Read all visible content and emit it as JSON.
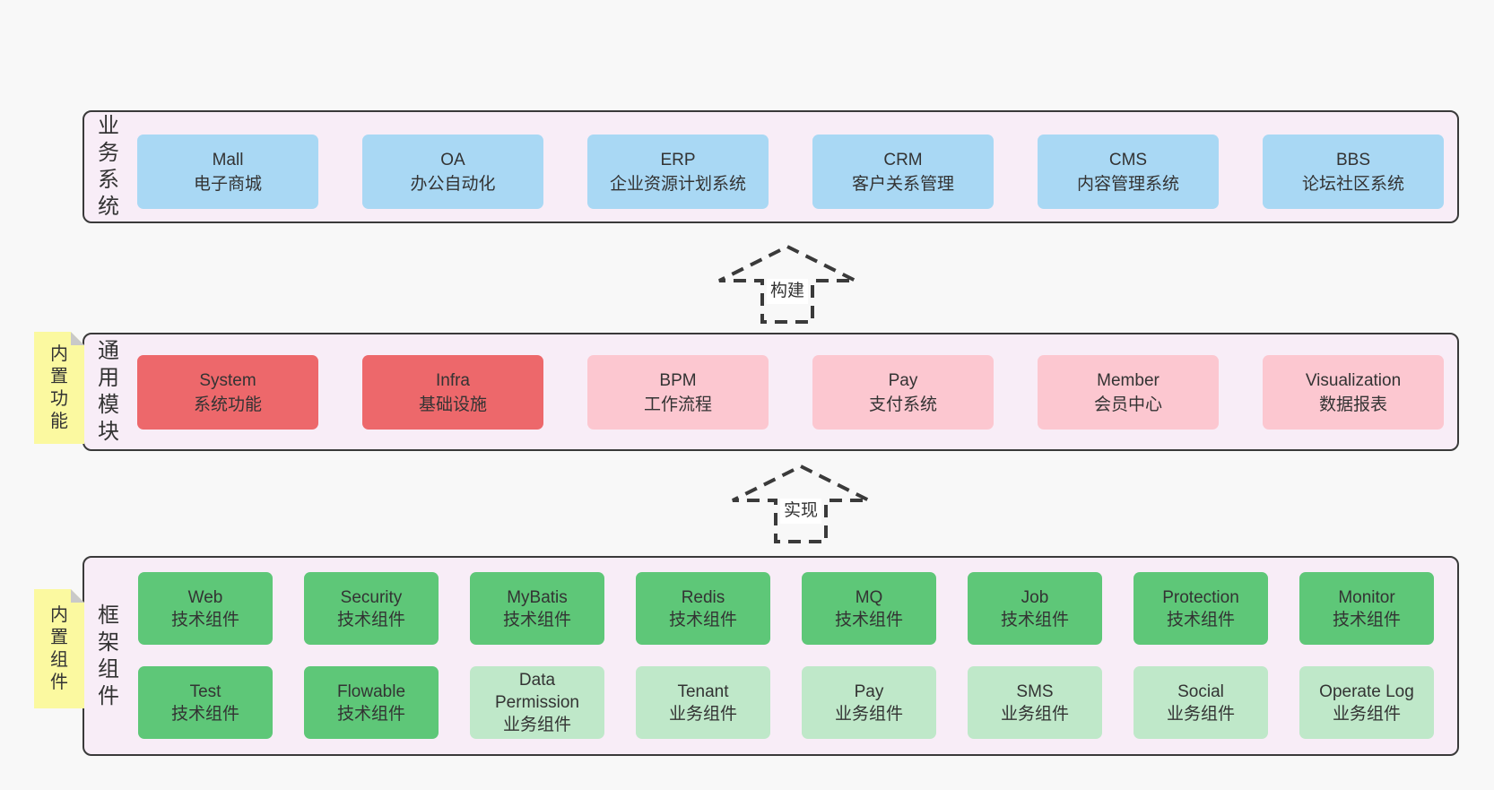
{
  "colors": {
    "page_bg": "#f8f8f8",
    "band_bg": "#f8edf7",
    "band_border": "#3a3a3a",
    "box_blue": "#a9d8f4",
    "box_red": "#ed686b",
    "box_pink": "#fcc7d0",
    "box_green": "#5ec778",
    "box_light_green": "#bfe8c9",
    "sticky_yellow": "#fbf9a0",
    "sticky_fold": "#c9c9c9",
    "text": "#333333"
  },
  "bands": [
    {
      "label": "业务系统",
      "boxes": [
        {
          "name": "Mall",
          "desc": "电子商城",
          "variant": "blue"
        },
        {
          "name": "OA",
          "desc": "办公自动化",
          "variant": "blue"
        },
        {
          "name": "ERP",
          "desc": "企业资源计划系统",
          "variant": "blue"
        },
        {
          "name": "CRM",
          "desc": "客户关系管理",
          "variant": "blue"
        },
        {
          "name": "CMS",
          "desc": "内容管理系统",
          "variant": "blue"
        },
        {
          "name": "BBS",
          "desc": "论坛社区系统",
          "variant": "blue"
        }
      ]
    },
    {
      "label": "通用模块",
      "sticky": "内置功能",
      "boxes": [
        {
          "name": "System",
          "desc": "系统功能",
          "variant": "red"
        },
        {
          "name": "Infra",
          "desc": "基础设施",
          "variant": "red"
        },
        {
          "name": "BPM",
          "desc": "工作流程",
          "variant": "pink"
        },
        {
          "name": "Pay",
          "desc": "支付系统",
          "variant": "pink"
        },
        {
          "name": "Member",
          "desc": "会员中心",
          "variant": "pink"
        },
        {
          "name": "Visualization",
          "desc": "数据报表",
          "variant": "pink"
        }
      ]
    },
    {
      "label": "框架组件",
      "sticky": "内置组件",
      "rows": [
        [
          {
            "name": "Web",
            "desc": "技术组件",
            "variant": "green"
          },
          {
            "name": "Security",
            "desc": "技术组件",
            "variant": "green"
          },
          {
            "name": "MyBatis",
            "desc": "技术组件",
            "variant": "green"
          },
          {
            "name": "Redis",
            "desc": "技术组件",
            "variant": "green"
          },
          {
            "name": "MQ",
            "desc": "技术组件",
            "variant": "green"
          },
          {
            "name": "Job",
            "desc": "技术组件",
            "variant": "green"
          },
          {
            "name": "Protection",
            "desc": "技术组件",
            "variant": "green"
          },
          {
            "name": "Monitor",
            "desc": "技术组件",
            "variant": "green"
          }
        ],
        [
          {
            "name": "Test",
            "desc": "技术组件",
            "variant": "green"
          },
          {
            "name": "Flowable",
            "desc": "技术组件",
            "variant": "green"
          },
          {
            "name": "Data Permission",
            "desc": "业务组件",
            "variant": "light-green"
          },
          {
            "name": "Tenant",
            "desc": "业务组件",
            "variant": "light-green"
          },
          {
            "name": "Pay",
            "desc": "业务组件",
            "variant": "light-green"
          },
          {
            "name": "SMS",
            "desc": "业务组件",
            "variant": "light-green"
          },
          {
            "name": "Social",
            "desc": "业务组件",
            "variant": "light-green"
          },
          {
            "name": "Operate Log",
            "desc": "业务组件",
            "variant": "light-green"
          }
        ]
      ]
    }
  ],
  "arrows": [
    {
      "label": "构建"
    },
    {
      "label": "实现"
    }
  ]
}
